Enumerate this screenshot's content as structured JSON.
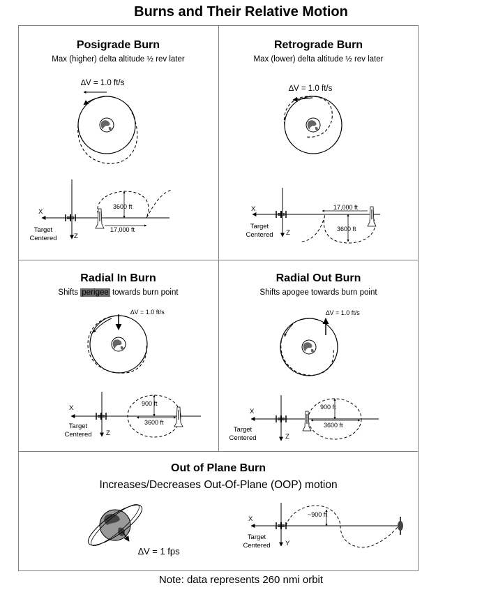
{
  "title": "Burns and Their Relative Motion",
  "note": "Note:  data represents 260 nmi orbit",
  "posigrade": {
    "title": "Posigrade Burn",
    "subtitle": "Max (higher) delta altitude ½ rev later",
    "dv": "∆V = 1.0 ft/s",
    "dist_v": "3600 ft",
    "dist_h": "17,000 ft",
    "x_label": "X",
    "z_label": "Z",
    "target_line1": "Target",
    "target_line2": "Centered"
  },
  "retrograde": {
    "title": "Retrograde Burn",
    "subtitle": "Max (lower) delta altitude ½ rev later",
    "dv": "∆V = 1.0 ft/s",
    "dist_h": "17,000 ft",
    "dist_v": "3600 ft",
    "x_label": "X",
    "z_label": "Z",
    "target_line1": "Target",
    "target_line2": "Centered"
  },
  "radial_in": {
    "title": "Radial In Burn",
    "subtitle_pre": "Shifts ",
    "subtitle_highlight": "perigee",
    "subtitle_post": " towards burn point",
    "dv": "∆V = 1.0 ft/s",
    "dist_v": "900 ft",
    "dist_h": "3600 ft",
    "x_label": "X",
    "z_label": "Z",
    "target_line1": "Target",
    "target_line2": "Centered"
  },
  "radial_out": {
    "title": "Radial Out Burn",
    "subtitle": "Shifts apogee towards burn point",
    "dv": "∆V = 1.0 ft/s",
    "dist_v": "900 ft",
    "dist_h": "3600 ft",
    "x_label": "X",
    "z_label": "Z",
    "target_line1": "Target",
    "target_line2": "Centered"
  },
  "out_of_plane": {
    "title": "Out of Plane Burn",
    "subtitle": "Increases/Decreases Out-Of-Plane (OOP) motion",
    "dv": "∆V = 1 fps",
    "dist": "~900 ft",
    "x_label": "X",
    "y_label": "Y",
    "target_line1": "Target",
    "target_line2": "Centered"
  },
  "colors": {
    "frame": "#808080",
    "highlight": "#6a6a6a",
    "ink": "#000000",
    "globe": "#888888"
  }
}
